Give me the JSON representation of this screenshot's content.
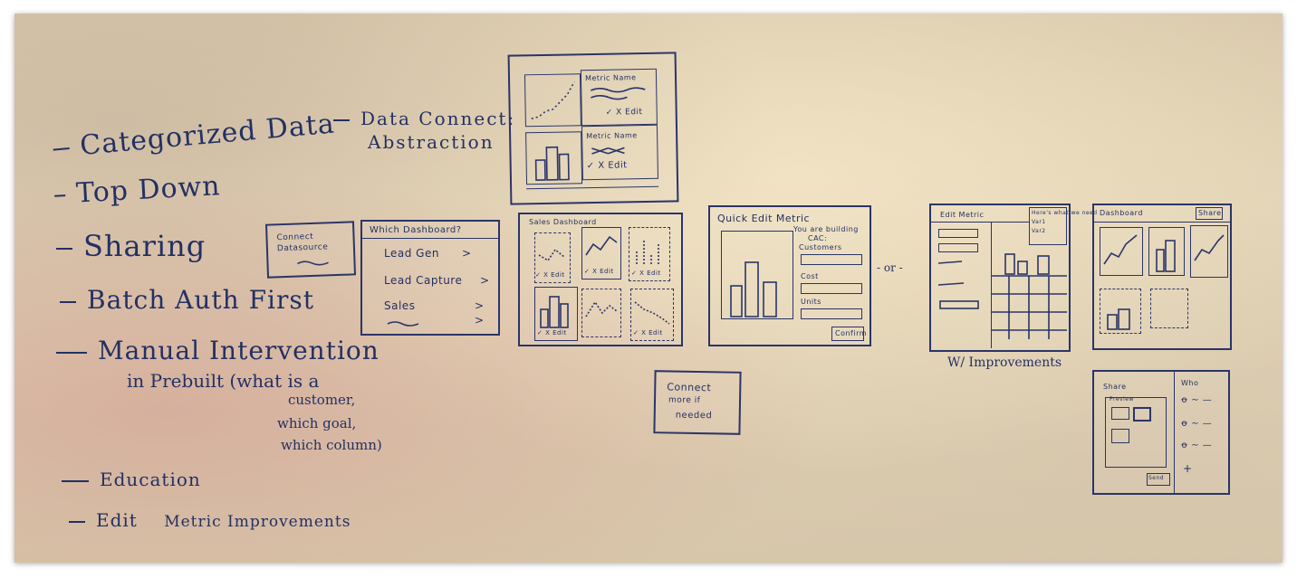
{
  "left_list": {
    "items": [
      "Categorized Data",
      "Top Down",
      "Sharing",
      "Batch Auth First",
      "Manual Intervention",
      "Education",
      "Edit"
    ],
    "manual_sub": [
      "in Prebuilt (what is a",
      "customer,",
      "which goal,",
      "which column)"
    ],
    "edit_suffix": "Metric Improvements"
  },
  "data_connect": {
    "line1": "Data Connect:",
    "line2": "Abstraction"
  },
  "metric_card": {
    "name_top": "Metric Name",
    "name_bottom": "Metric Name",
    "actions": "✓ X Edit"
  },
  "connect_datasource": "Connect Datasource",
  "which_dashboard": {
    "title": "Which Dashboard?",
    "items": [
      "Lead Gen",
      "Lead Capture",
      "Sales"
    ],
    "arrow": ">"
  },
  "sales_dashboard": {
    "title": "Sales Dashboard",
    "action": "✓ X Edit"
  },
  "connect_more": [
    "Connect",
    "more if",
    "needed"
  ],
  "quick_edit": {
    "title": "Quick Edit Metric",
    "hint_line1": "You are building",
    "hint_line2": "CAC:",
    "fields": [
      "Customers",
      "Cost",
      "Units"
    ],
    "confirm": "Confirm"
  },
  "separator": "- or -",
  "edit_metric": {
    "title": "Edit Metric",
    "hint": "Here's what we need",
    "var1": "Var1",
    "var2": "Var2",
    "caption": "W/ Improvements"
  },
  "dashboard_panel": {
    "title": "Dashboard",
    "share_btn": "Share"
  },
  "share_panel": {
    "title": "Share",
    "preview": "Preview",
    "who": "Who",
    "send": "Send",
    "plus": "+"
  }
}
